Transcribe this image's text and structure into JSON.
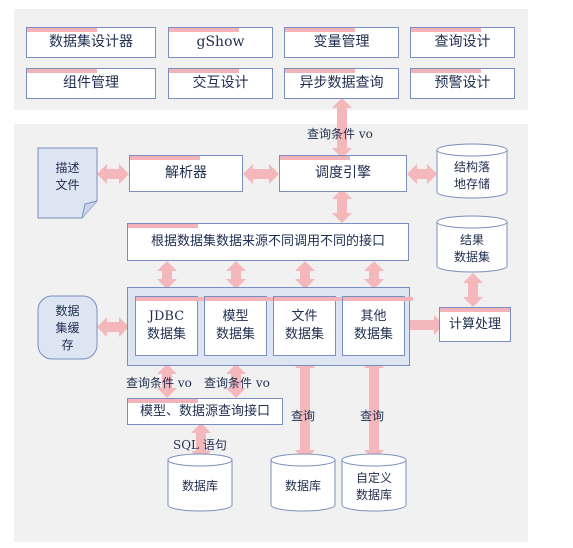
{
  "top_modules": [
    "数据集设计器",
    "gShow",
    "变量管理",
    "查询设计",
    "组件管理",
    "交互设计",
    "异步数据查询",
    "预警设计"
  ],
  "parser": "解析器",
  "engine": "调度引擎",
  "desc_file": [
    "描述",
    "文件"
  ],
  "struct_storage": [
    "结构落",
    "地存储"
  ],
  "interface_call": "根据数据集数据来源不同调用不同的接口",
  "result_dataset": [
    "结果",
    "数据集"
  ],
  "data_cache": [
    "数据",
    "集缓",
    "存"
  ],
  "sources": [
    [
      "JDBC",
      "数据集"
    ],
    [
      "模型",
      "数据集"
    ],
    [
      "文件",
      "数据集"
    ],
    [
      "其他",
      "数据集"
    ]
  ],
  "compute": "计算处理",
  "query_interface": "模型、数据源查询接口",
  "db1": "数据库",
  "db2": "数据库",
  "db3": [
    "自定义",
    "数据库"
  ],
  "labels": {
    "query_vo_top": "查询条件 vo",
    "query_vo_left": "查询条件 vo",
    "query_vo_mid": "查询条件 vo",
    "query1": "查询",
    "query2": "查询",
    "sql": "SQL 语句"
  },
  "colors": {
    "border": "#7a8fbf",
    "arrow": "#f4b8bc",
    "fill_blue": "#dde5f3",
    "panel": "#f1f1f1"
  }
}
